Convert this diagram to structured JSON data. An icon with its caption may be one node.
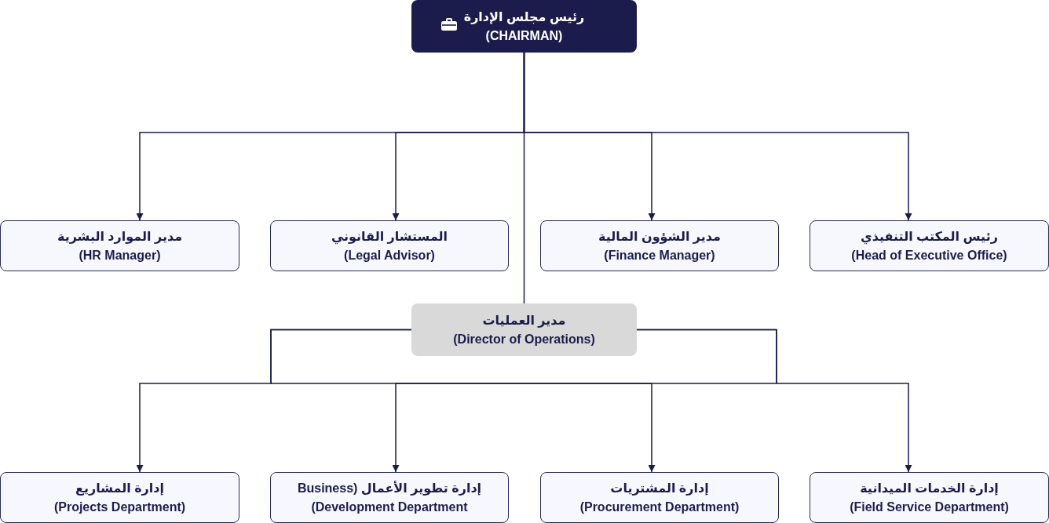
{
  "diagram": {
    "nodes": [
      {
        "text": [
          "رئيس مجلس الإدارة",
          "(CHAIRMAN)"
        ]
      },
      {
        "text": [
          "مدير الموارد البشرية",
          "(HR Manager)"
        ]
      },
      {
        "text": [
          "المستشار القانوني",
          "(Legal Advisor)"
        ]
      },
      {
        "text": [
          "مدير الشؤون المالية",
          "(Finance Manager)"
        ]
      },
      {
        "text": [
          "رئيس المكتب التنفيذي",
          "(Head of Executive Office)"
        ]
      },
      {
        "text": [
          "مدير العمليات",
          "(Director of Operations)"
        ]
      },
      {
        "text": [
          "إدارة المشاريع",
          "(Projects Department)"
        ]
      },
      {
        "text": [
          "إدارة تطوير الأعمال (Business Development Department)"
        ]
      },
      {
        "text": [
          "إدارة المشتريات",
          "(Procurement Department)"
        ]
      },
      {
        "text": [
          "إدارة الخدمات الميدانية",
          "(Field Service Department)"
        ]
      }
    ],
    "edges": [
      {
        "from": 0,
        "to": 1,
        "arrow": "to"
      },
      {
        "from": 0,
        "to": 2,
        "arrow": "to"
      },
      {
        "from": 0,
        "to": 3,
        "arrow": "to"
      },
      {
        "from": 0,
        "to": 4,
        "arrow": "to"
      },
      {
        "from": 0,
        "to": 5,
        "arrow": "none"
      },
      {
        "from": 5,
        "to": 6,
        "arrow": "to"
      },
      {
        "from": 5,
        "to": 7,
        "arrow": "to"
      },
      {
        "from": 5,
        "to": 8,
        "arrow": "to"
      },
      {
        "from": 5,
        "to": 9,
        "arrow": "to"
      }
    ]
  }
}
